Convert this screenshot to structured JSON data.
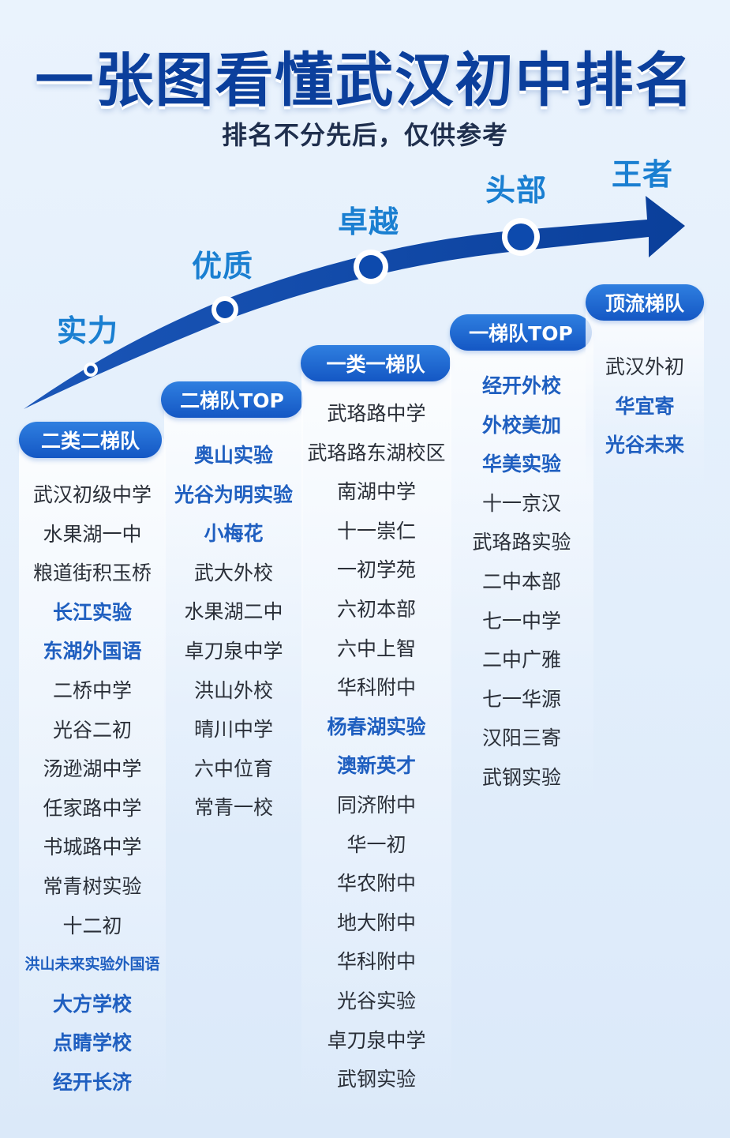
{
  "title": "一张图看懂武汉初中排名",
  "subtitle": "排名不分先后，仅供参考",
  "stages": [
    "实力",
    "优质",
    "卓越",
    "头部",
    "王者"
  ],
  "colors": {
    "accent": "#1457c4",
    "highlight": "#1f5fc0",
    "stage": "#1a7fd1"
  },
  "columns": [
    {
      "label": "二类二梯队",
      "items": [
        {
          "name": "武汉初级中学"
        },
        {
          "name": "水果湖一中"
        },
        {
          "name": "粮道街积玉桥"
        },
        {
          "name": "长江实验",
          "hl": true
        },
        {
          "name": "东湖外国语",
          "hl": true
        },
        {
          "name": "二桥中学"
        },
        {
          "name": "光谷二初"
        },
        {
          "name": "汤逊湖中学"
        },
        {
          "name": "任家路中学"
        },
        {
          "name": "书城路中学"
        },
        {
          "name": "常青树实验"
        },
        {
          "name": "十二初"
        },
        {
          "name": "洪山未来实验外国语",
          "hl": true,
          "sm": true
        },
        {
          "name": "大方学校",
          "hl": true
        },
        {
          "name": "点睛学校",
          "hl": true
        },
        {
          "name": "经开长济",
          "hl": true
        }
      ]
    },
    {
      "label": "二梯队TOP",
      "items": [
        {
          "name": "奥山实验",
          "hl": true
        },
        {
          "name": "光谷为明实验",
          "hl": true
        },
        {
          "name": "小梅花",
          "hl": true
        },
        {
          "name": "武大外校"
        },
        {
          "name": "水果湖二中"
        },
        {
          "name": "卓刀泉中学"
        },
        {
          "name": "洪山外校"
        },
        {
          "name": "晴川中学"
        },
        {
          "name": "六中位育"
        },
        {
          "name": "常青一校"
        }
      ]
    },
    {
      "label": "一类一梯队",
      "items": [
        {
          "name": "武珞路中学"
        },
        {
          "name": "武珞路东湖校区"
        },
        {
          "name": "南湖中学"
        },
        {
          "name": "十一崇仁"
        },
        {
          "name": "一初学苑"
        },
        {
          "name": "六初本部"
        },
        {
          "name": "六中上智"
        },
        {
          "name": "华科附中"
        },
        {
          "name": "杨春湖实验",
          "hl": true
        },
        {
          "name": "澳新英才",
          "hl": true
        },
        {
          "name": "同济附中"
        },
        {
          "name": "华一初"
        },
        {
          "name": "华农附中"
        },
        {
          "name": "地大附中"
        },
        {
          "name": "华科附中"
        },
        {
          "name": "光谷实验"
        },
        {
          "name": "卓刀泉中学"
        },
        {
          "name": "武钢实验"
        }
      ]
    },
    {
      "label": "一梯队TOP",
      "items": [
        {
          "name": "经开外校",
          "hl": true
        },
        {
          "name": "外校美加",
          "hl": true
        },
        {
          "name": "华美实验",
          "hl": true
        },
        {
          "name": "十一京汉"
        },
        {
          "name": "武珞路实验"
        },
        {
          "name": "二中本部"
        },
        {
          "name": "七一中学"
        },
        {
          "name": "二中广雅"
        },
        {
          "name": "七一华源"
        },
        {
          "name": "汉阳三寄"
        },
        {
          "name": "武钢实验"
        }
      ]
    },
    {
      "label": "顶流梯队",
      "items": [
        {
          "name": "武汉外初"
        },
        {
          "name": "华宜寄",
          "hl": true
        },
        {
          "name": "光谷未来",
          "hl": true
        }
      ]
    }
  ]
}
